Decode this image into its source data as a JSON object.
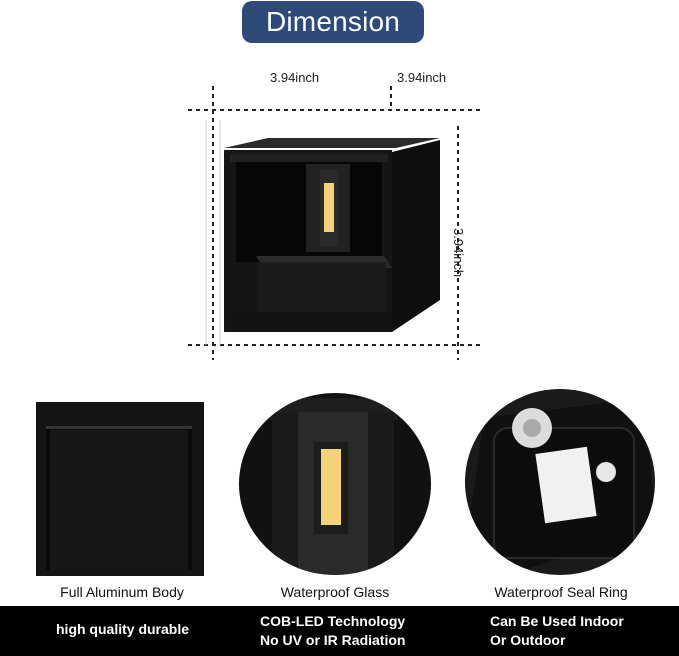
{
  "title": "Dimension",
  "dimensions": {
    "width": "3.94inch",
    "depth": "3.94inch",
    "height": "3.94inch"
  },
  "captions": {
    "body": "Full Aluminum Body",
    "glass": "Waterproof Glass",
    "seal": "Waterproof Seal Ring"
  },
  "features": {
    "first": "high quality durable",
    "second_line1": "COB-LED Technology",
    "second_line2": "No UV or IR Radiation",
    "third_line1": "Can Be Used Indoor",
    "third_line2": "Or Outdoor"
  },
  "colors": {
    "title_badge": "#2f4a78",
    "product_body": "#141414",
    "led": "#f3d27a",
    "feature_bar": "#000000"
  }
}
